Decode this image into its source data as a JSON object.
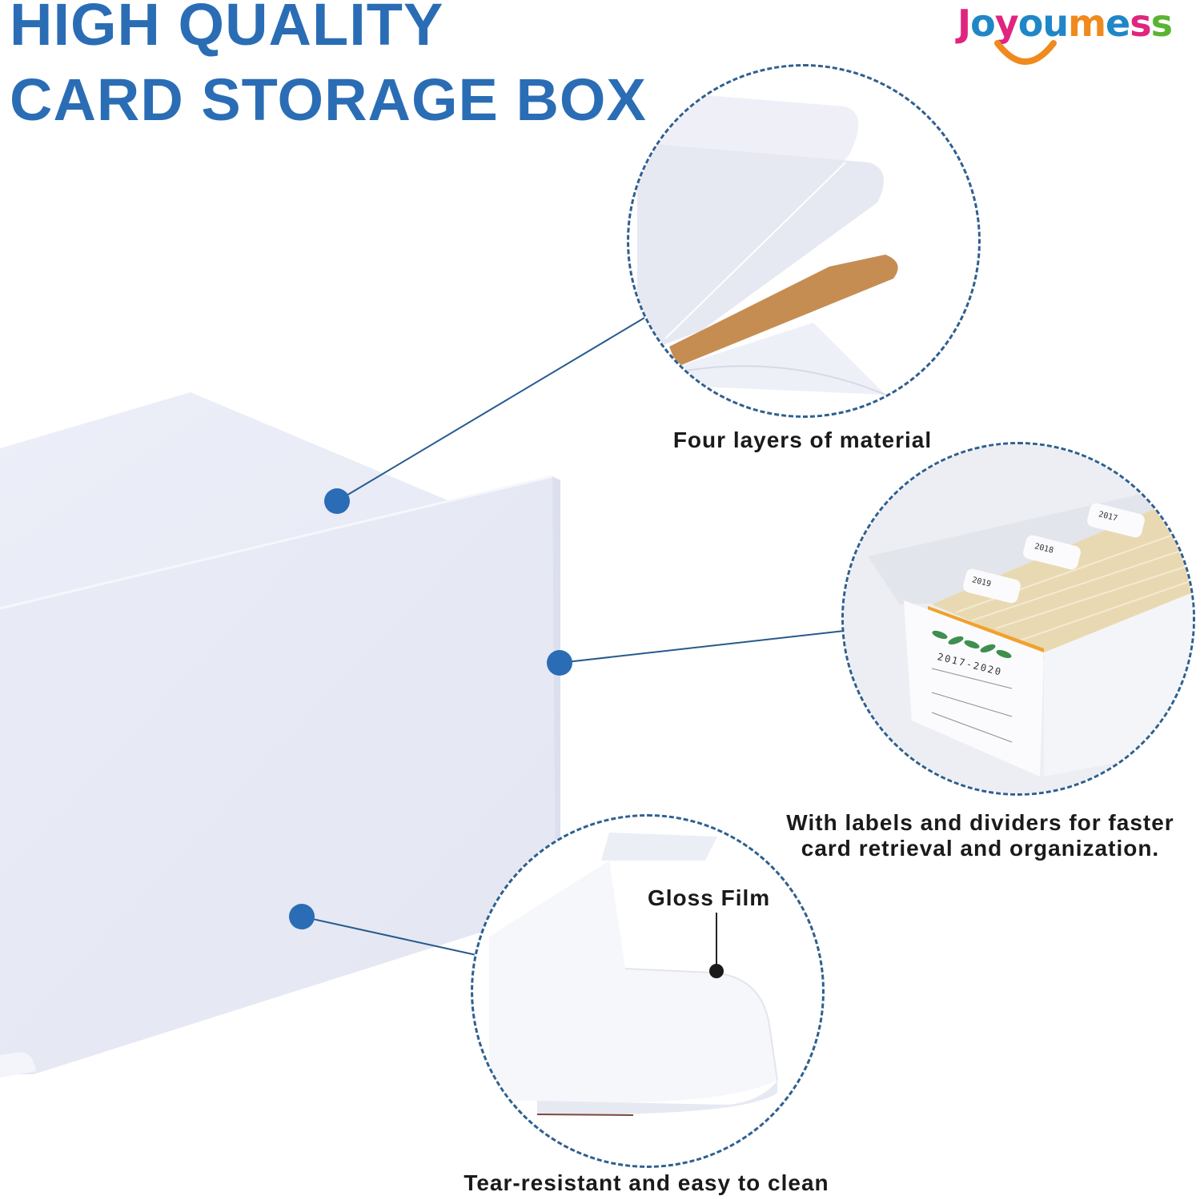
{
  "header": {
    "title_line1": "HIGH QUALITY",
    "title_line2": "CARD STORAGE BOX",
    "title_color": "#2a6db5"
  },
  "brand": {
    "name": "Joyoumess",
    "letters": [
      {
        "ch": "J",
        "color": "#e0257f"
      },
      {
        "ch": "o",
        "color": "#1f86c8"
      },
      {
        "ch": "y",
        "color": "#e0257f"
      },
      {
        "ch": "o",
        "color": "#1f86c8"
      },
      {
        "ch": "u",
        "color": "#1f86c8"
      },
      {
        "ch": "m",
        "color": "#f08a1c"
      },
      {
        "ch": "e",
        "color": "#1f86c8"
      },
      {
        "ch": "s",
        "color": "#e0257f"
      },
      {
        "ch": "s",
        "color": "#5ab431"
      }
    ],
    "smile_color": "#f08a1c"
  },
  "features": [
    {
      "id": "layers",
      "caption": "Four layers of material",
      "icon": "material-layers-icon"
    },
    {
      "id": "dividers",
      "caption_line1": "With labels and dividers for faster",
      "caption_line2": "card retrieval and organization.",
      "icon": "card-box-dividers-icon",
      "divider_tabs": [
        "2017",
        "2018",
        "2019"
      ],
      "label_text": "2017-2020"
    },
    {
      "id": "gloss",
      "caption": "Tear-resistant and easy to clean",
      "inner_label": "Gloss Film",
      "icon": "gloss-film-icon"
    }
  ],
  "colors": {
    "callout_dot": "#2a6cb5",
    "callout_line": "#255a8c",
    "dashed_circle": "#2f5f8f",
    "box_face": "#e8eaf5",
    "kraft_layer": "#c68d52"
  }
}
